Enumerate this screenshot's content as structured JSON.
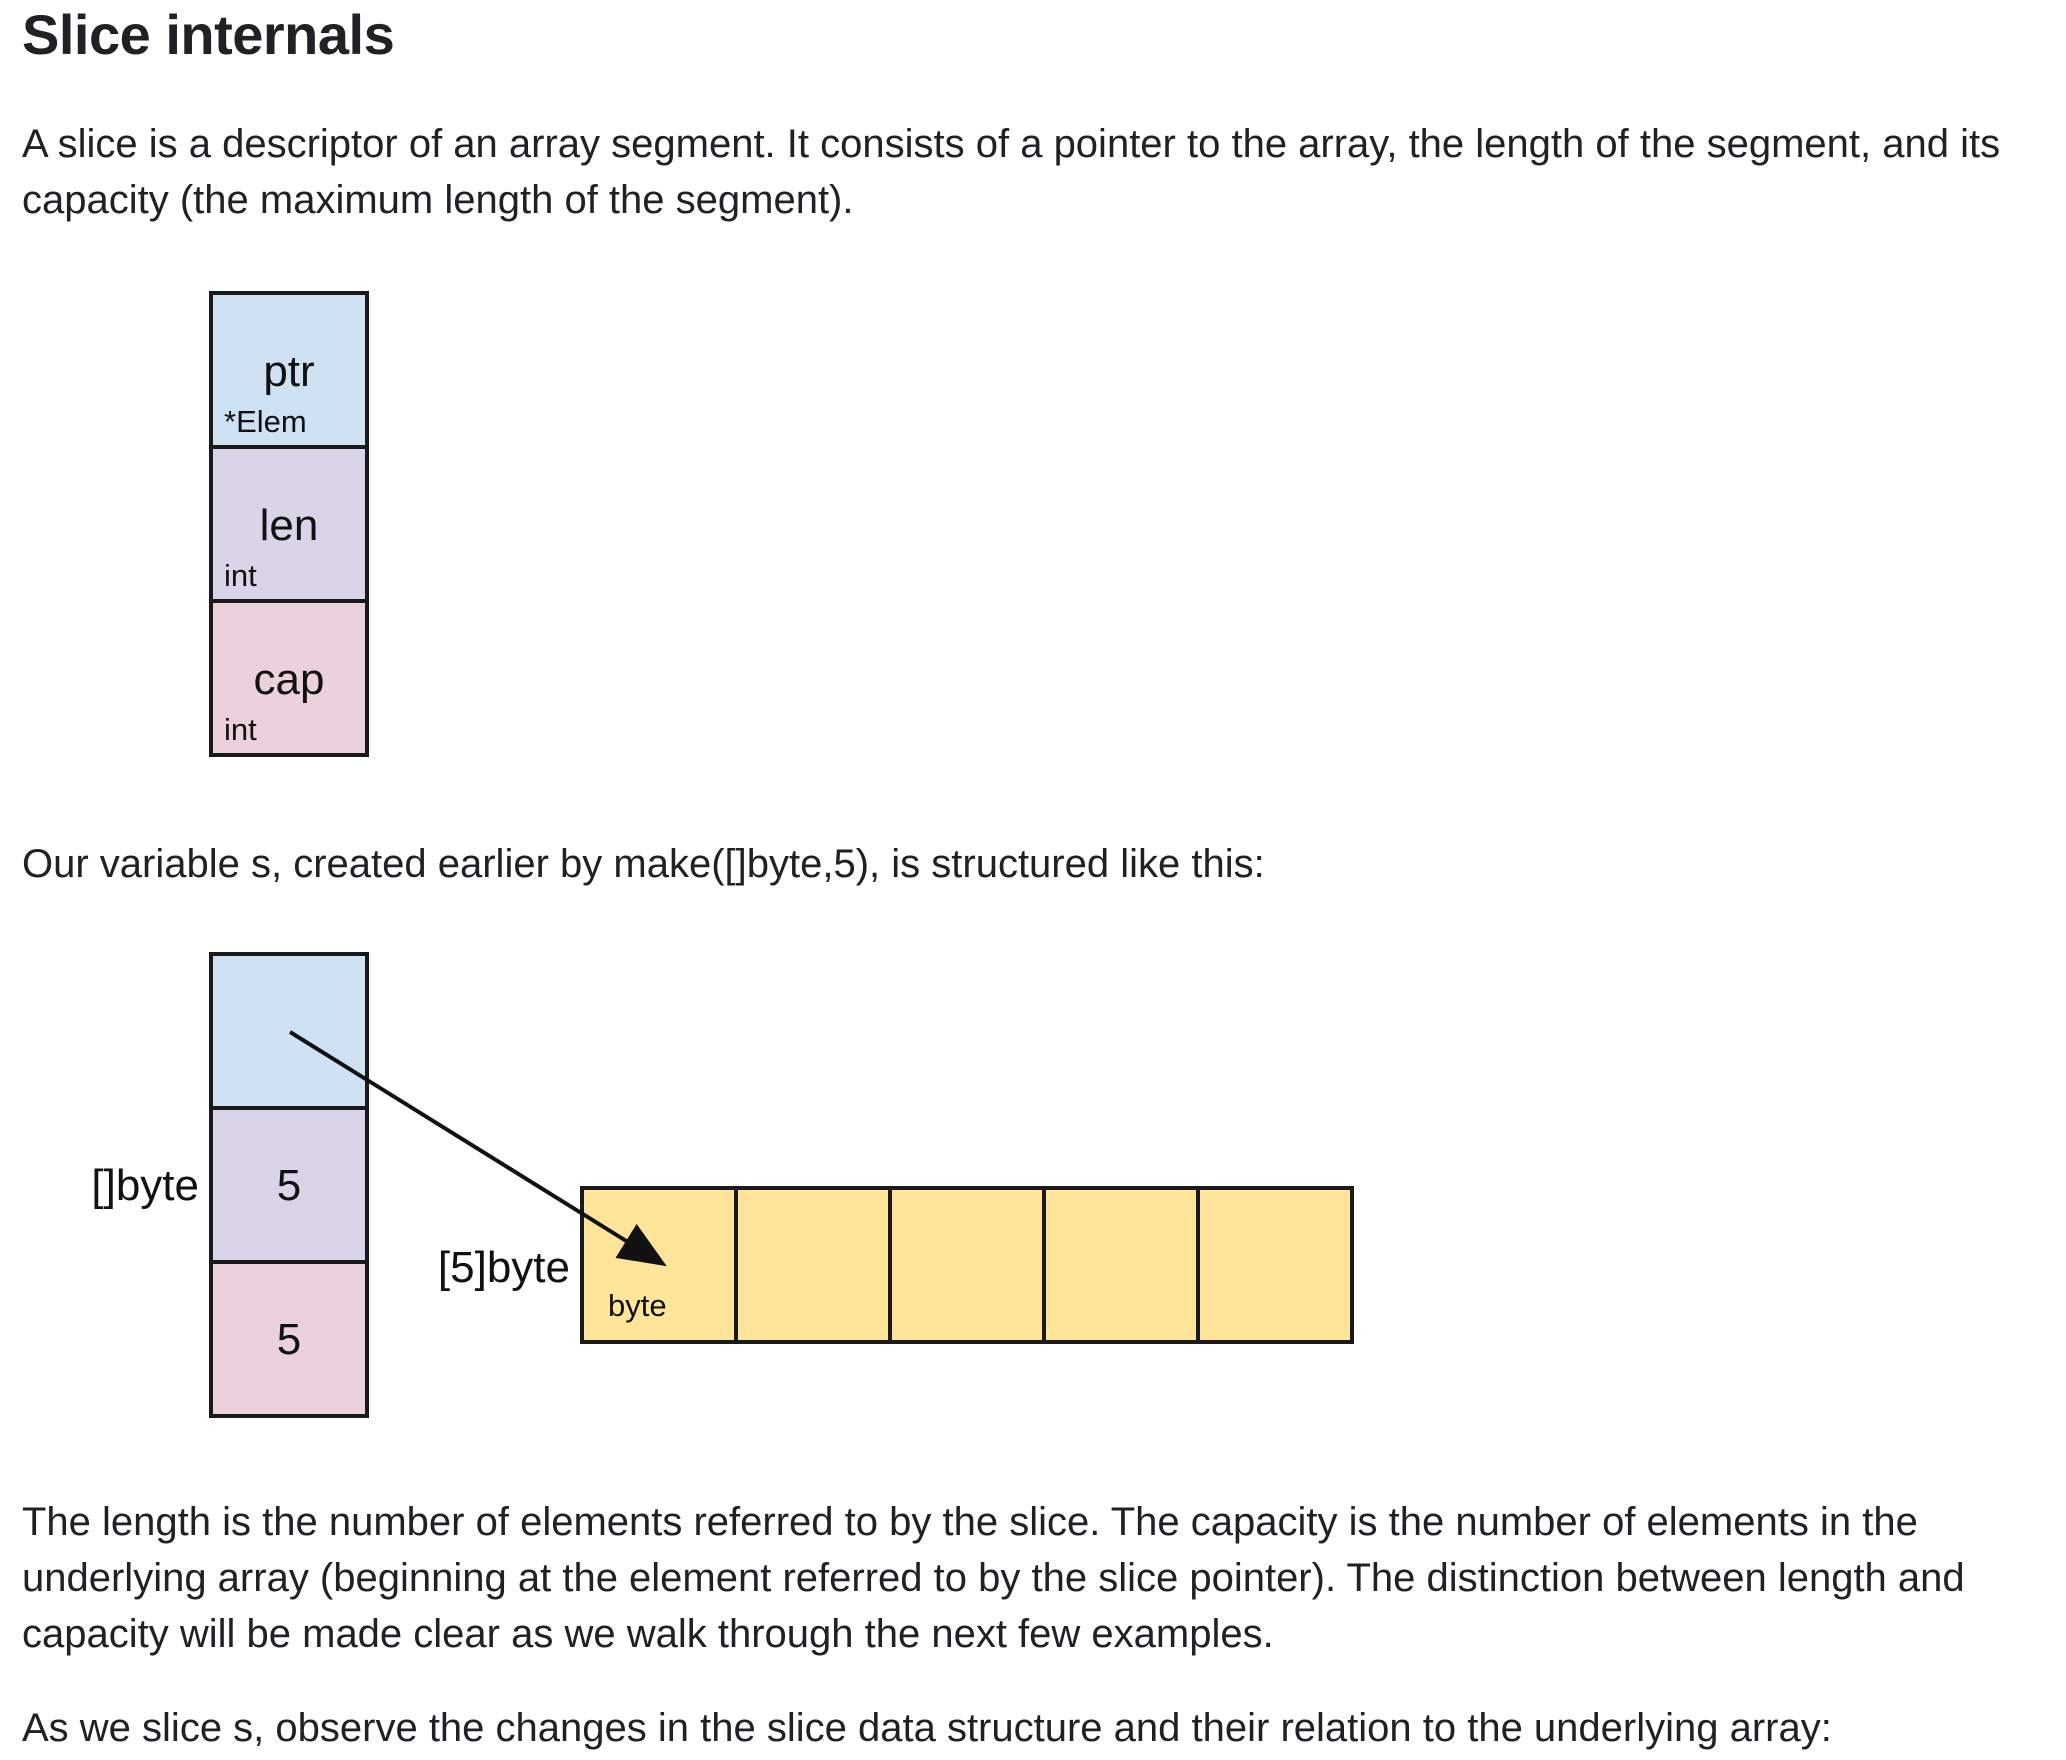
{
  "heading": "Slice internals",
  "para1": "A slice is a descriptor of an array segment. It consists of a pointer to the array, the length of the segment, and its capacity (the maximum length of the segment).",
  "diagram1": {
    "fields": [
      {
        "name": "ptr",
        "type": "*Elem",
        "color": "#cfe2f3"
      },
      {
        "name": "len",
        "type": "int",
        "color": "#d9d4e7"
      },
      {
        "name": "cap",
        "type": "int",
        "color": "#ead1dc"
      }
    ]
  },
  "para2": {
    "before_var": "Our variable ",
    "var": "s",
    "middle": ", created earlier by ",
    "code": "make([]byte,5)",
    "after": ", is structured like this:"
  },
  "diagram2": {
    "slice_label": "[]byte",
    "slice_len": "5",
    "slice_cap": "5",
    "array_label": "[5]byte",
    "element_type": "byte",
    "array_cells": 5,
    "colors": {
      "ptr": "#cfe2f3",
      "len": "#d9d4e7",
      "cap": "#ead1dc",
      "array": "#ffe599",
      "stroke": "#1a1a1a"
    }
  },
  "para3": "The length is the number of elements referred to by the slice. The capacity is the number of elements in the underlying array (beginning at the element referred to by the slice pointer). The distinction between length and capacity will be made clear as we walk through the next few examples.",
  "para4": {
    "before_var": "As we slice ",
    "var": "s",
    "after": ", observe the changes in the slice data structure and their relation to the underlying array:"
  }
}
